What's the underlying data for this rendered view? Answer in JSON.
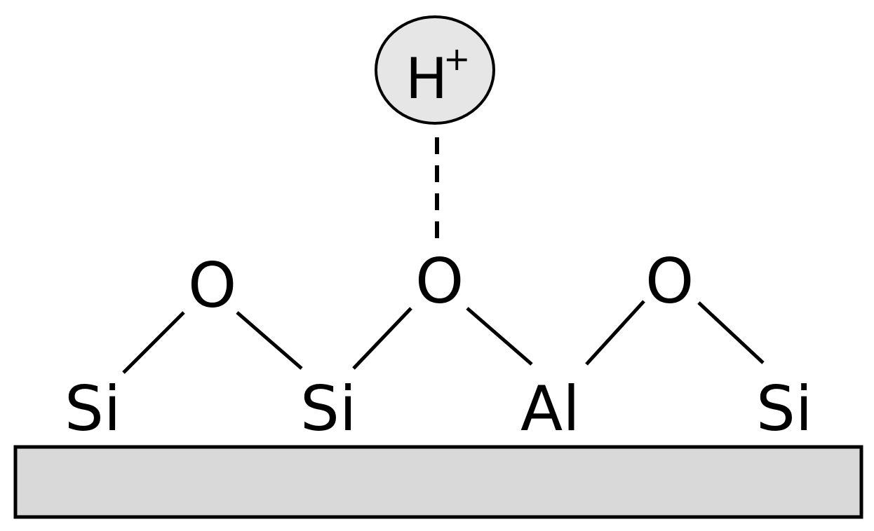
{
  "atoms": {
    "si_1": "Si",
    "o_1": "O",
    "si_2": "Si",
    "o_2": "O",
    "al": "Al",
    "o_3": "O",
    "si_3": "Si"
  },
  "proton": {
    "symbol": "H",
    "charge": "+"
  },
  "colors": {
    "line": "#000000",
    "proton_fill": "#e6e6e6",
    "surface_fill": "#d9d9d9",
    "background": "#ffffff"
  }
}
